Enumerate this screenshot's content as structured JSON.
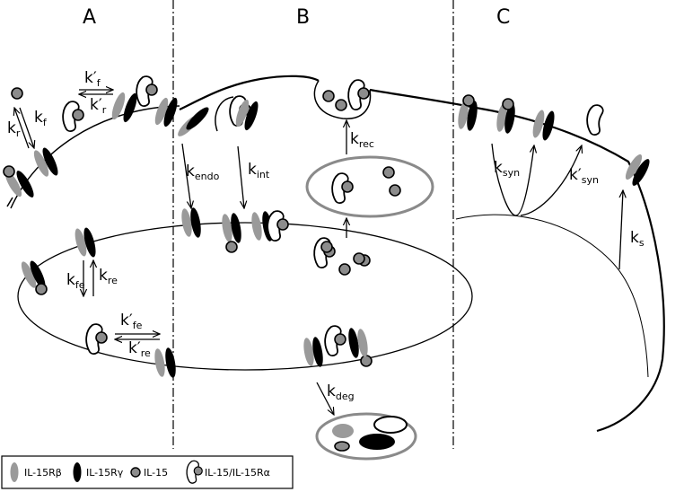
{
  "panels": {
    "a": "A",
    "b": "B",
    "c": "C"
  },
  "rates": {
    "kf": {
      "main": "k",
      "sub": "f"
    },
    "kr": {
      "main": "k",
      "sub": "r"
    },
    "kpf": {
      "main": "k′",
      "sub": "f"
    },
    "kpr": {
      "main": "k′",
      "sub": "r"
    },
    "kendo": {
      "main": "k",
      "sub": "endo"
    },
    "kint": {
      "main": "k",
      "sub": "int"
    },
    "krec": {
      "main": "k",
      "sub": "rec"
    },
    "kfe": {
      "main": "k",
      "sub": "fe"
    },
    "kre": {
      "main": "k",
      "sub": "re"
    },
    "kpfe": {
      "main": "k′",
      "sub": "fe"
    },
    "kpre": {
      "main": "k′",
      "sub": "re"
    },
    "kdeg": {
      "main": "k",
      "sub": "deg"
    },
    "ksyn": {
      "main": "k",
      "sub": "syn"
    },
    "kpsyn": {
      "main": "k′",
      "sub": "syn"
    },
    "ks": {
      "main": "k",
      "sub": "s"
    }
  },
  "legend": {
    "items": [
      {
        "label": "IL-15Rβ",
        "icon": "beta-subunit-icon",
        "color": "#9a9a9a"
      },
      {
        "label": "IL-15Rγ",
        "icon": "gamma-subunit-icon",
        "color": "#000000"
      },
      {
        "label": "IL-15",
        "icon": "il15-ligand-icon",
        "color": "#8c8c8c"
      },
      {
        "label": "IL-15/IL-15Rα",
        "icon": "il15-ralpha-complex-icon",
        "color": "#ffffff"
      }
    ]
  },
  "colors": {
    "beta": "#9a9a9a",
    "gamma": "#000000",
    "ligand": "#8c8c8c",
    "vesicle_border": "#8a8a8a"
  }
}
